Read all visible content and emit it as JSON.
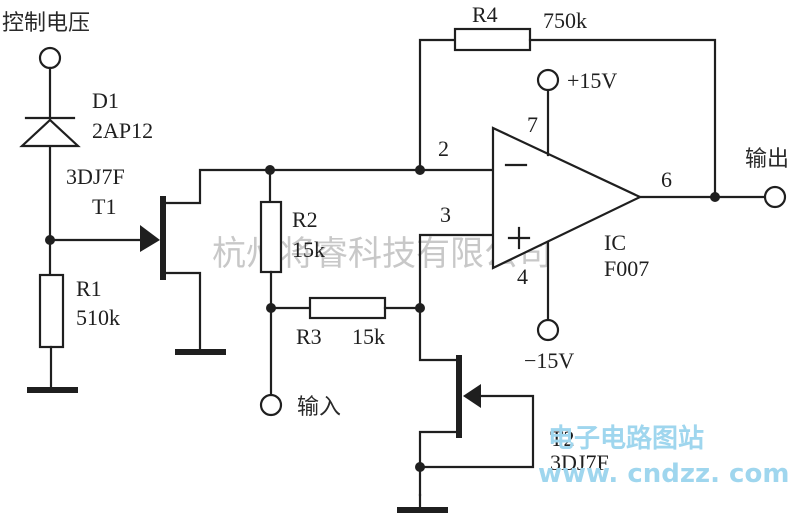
{
  "diagram": {
    "type": "circuit-schematic",
    "terminals": {
      "control_voltage": "控制电压",
      "input": "输入",
      "output": "输出"
    },
    "components": {
      "D1": {
        "ref": "D1",
        "part": "2AP12",
        "kind": "diode"
      },
      "T1": {
        "ref": "T1",
        "part": "3DJ7F",
        "kind": "jfet"
      },
      "T2": {
        "ref": "T2",
        "part": "3DJ7F",
        "kind": "jfet"
      },
      "R1": {
        "ref": "R1",
        "value": "510k"
      },
      "R2": {
        "ref": "R2",
        "value": "15k"
      },
      "R3": {
        "ref": "R3",
        "value": "15k"
      },
      "R4": {
        "ref": "R4",
        "value": "750k"
      },
      "IC": {
        "ref": "IC",
        "part": "F007",
        "kind": "op-amp"
      }
    },
    "pins": {
      "inverting": "2",
      "non_inverting": "3",
      "vneg": "4",
      "output": "6",
      "vpos": "7"
    },
    "pin_signs": {
      "minus": "−",
      "plus": "+"
    },
    "supplies": {
      "positive": "+15V",
      "negative": "−15V"
    },
    "watermarks": {
      "company": "杭州将睿科技有限公司",
      "site_cn": "电子电路图站",
      "site_url": "www. cndzz. com"
    }
  }
}
